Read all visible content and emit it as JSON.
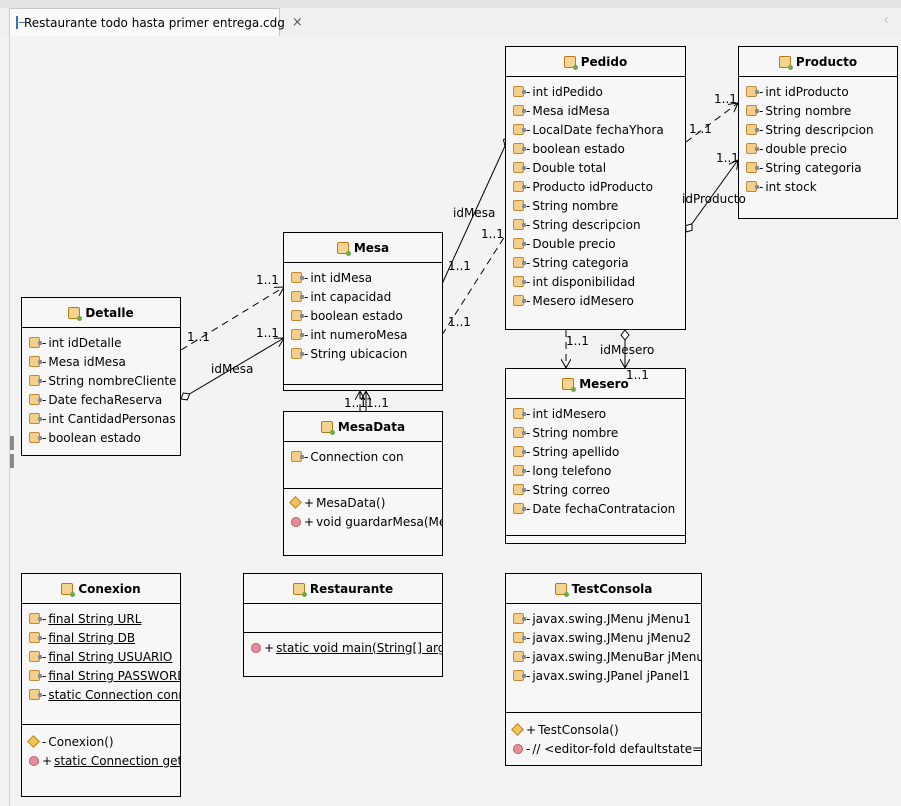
{
  "tab": {
    "title": "Restaurante todo hasta primer entrega.cdg",
    "close": "×",
    "arrow": "‹"
  },
  "classes": {
    "pedido": {
      "name": "Pedido",
      "attributes": [
        {
          "v": "-",
          "t": "int idPedido"
        },
        {
          "v": "-",
          "t": "Mesa idMesa"
        },
        {
          "v": "-",
          "t": "LocalDate fechaYhora"
        },
        {
          "v": "-",
          "t": "boolean estado"
        },
        {
          "v": "-",
          "t": "Double total"
        },
        {
          "v": "-",
          "t": "Producto idProducto"
        },
        {
          "v": "-",
          "t": "String nombre"
        },
        {
          "v": "-",
          "t": "String descripcion"
        },
        {
          "v": "-",
          "t": "Double precio"
        },
        {
          "v": "-",
          "t": "String categoria"
        },
        {
          "v": "-",
          "t": "int disponibilidad"
        },
        {
          "v": "-",
          "t": "Mesero idMesero"
        }
      ]
    },
    "producto": {
      "name": "Producto",
      "attributes": [
        {
          "v": "-",
          "t": "int idProducto"
        },
        {
          "v": "-",
          "t": "String nombre"
        },
        {
          "v": "-",
          "t": "String descripcion"
        },
        {
          "v": "-",
          "t": "double precio"
        },
        {
          "v": "-",
          "t": "String categoria"
        },
        {
          "v": "-",
          "t": "int stock"
        }
      ]
    },
    "mesa": {
      "name": "Mesa",
      "attributes": [
        {
          "v": "-",
          "t": "int idMesa"
        },
        {
          "v": "-",
          "t": "int capacidad"
        },
        {
          "v": "-",
          "t": "boolean estado"
        },
        {
          "v": "-",
          "t": "int numeroMesa"
        },
        {
          "v": "-",
          "t": "String ubicacion"
        }
      ]
    },
    "detalle": {
      "name": "Detalle",
      "attributes": [
        {
          "v": "-",
          "t": "int idDetalle"
        },
        {
          "v": "-",
          "t": "Mesa idMesa"
        },
        {
          "v": "-",
          "t": "String nombreCliente"
        },
        {
          "v": "-",
          "t": "Date fechaReserva"
        },
        {
          "v": "-",
          "t": "int CantidadPersonas"
        },
        {
          "v": "-",
          "t": "boolean estado"
        }
      ]
    },
    "mesero": {
      "name": "Mesero",
      "attributes": [
        {
          "v": "-",
          "t": "int idMesero"
        },
        {
          "v": "-",
          "t": "String nombre"
        },
        {
          "v": "-",
          "t": "String apellido"
        },
        {
          "v": "-",
          "t": "long telefono"
        },
        {
          "v": "-",
          "t": "String correo"
        },
        {
          "v": "-",
          "t": "Date fechaContratacion"
        }
      ]
    },
    "mesadata": {
      "name": "MesaData",
      "attributes": [
        {
          "v": "-",
          "t": "Connection con"
        }
      ],
      "constructors": [
        {
          "v": "+",
          "t": "MesaData()"
        }
      ],
      "methods": [
        {
          "v": "+",
          "t": "void guardarMesa(Mesa"
        }
      ]
    },
    "conexion": {
      "name": "Conexion",
      "attributes": [
        {
          "v": "-",
          "t": "final String URL"
        },
        {
          "v": "-",
          "t": "final String DB"
        },
        {
          "v": "-",
          "t": "final String USUARIO"
        },
        {
          "v": "-",
          "t": "final String PASSWORD"
        },
        {
          "v": "-",
          "t": "static Connection conne"
        }
      ],
      "constructors": [
        {
          "v": "-",
          "t": "Conexion()"
        }
      ],
      "methods": [
        {
          "v": "+",
          "t": "static Connection getCo"
        }
      ]
    },
    "restaurante": {
      "name": "Restaurante",
      "methods": [
        {
          "v": "+",
          "t": "static void main(String[] args)"
        }
      ]
    },
    "testconsola": {
      "name": "TestConsola",
      "attributes": [
        {
          "v": "-",
          "t": "javax.swing.JMenu jMenu1"
        },
        {
          "v": "-",
          "t": "javax.swing.JMenu jMenu2"
        },
        {
          "v": "-",
          "t": "javax.swing.JMenuBar jMenuBa"
        },
        {
          "v": "-",
          "t": "javax.swing.JPanel jPanel1"
        }
      ],
      "constructors": [
        {
          "v": "+",
          "t": "TestConsola()"
        }
      ],
      "methods": [
        {
          "v": "-",
          "t": "// <editor-fold defaultstate=\"coll"
        }
      ]
    }
  },
  "labels": {
    "idMesa_pedido": "idMesa",
    "pm_11a": "1..1",
    "pm_11b": "1..1",
    "pm_11c": "1..1",
    "pm_11d": "1..1",
    "pp_11a": "1..1",
    "pp_11b": "1..1",
    "idProducto": "idProducto",
    "dm_11a": "1..1",
    "dm_11b": "1..1",
    "dm_11c": "1..1",
    "idMesa_detalle": "idMesa",
    "pmes_11a": "1..1",
    "pmes_11b": "1..1",
    "idMesero": "idMesero",
    "md_11": "1..1",
    "md_11b": "1..1"
  },
  "colors": {
    "border": "#000000",
    "box_bg": "#f7f7f7",
    "canvas_bg": "#f3f3f3"
  }
}
